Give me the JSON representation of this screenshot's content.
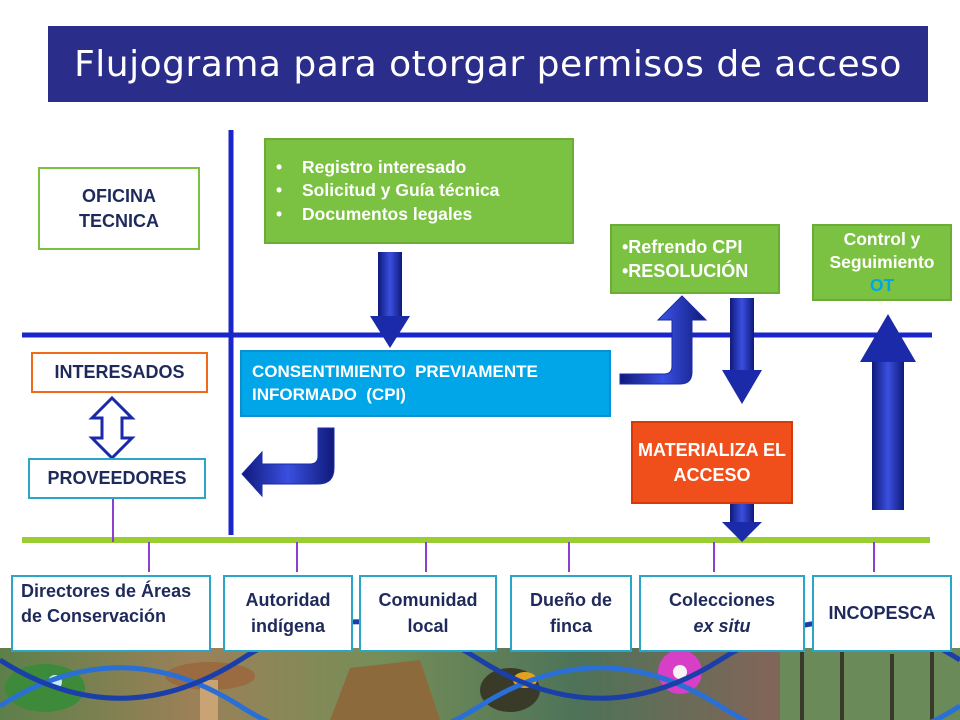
{
  "title": "Flujograma para otorgar permisos de acceso",
  "colors": {
    "title_bg": "#2b2d8a",
    "axis_blue": "#1a26c9",
    "axis_green": "#9acd32",
    "box_green": "#7cc242",
    "box_cyan": "#00a6e8",
    "box_orange": "#f04e1a",
    "text_navy": "#1f2a5c",
    "connector_violet": "#8e3fd1",
    "arrow_navy": "#1b2aa8"
  },
  "oficina_tecnica": "OFICINA TECNICA",
  "interesados": "INTERESADOS",
  "proveedores": "PROVEEDORES",
  "registro_items": [
    "Registro interesado",
    "Solicitud y Guía técnica",
    "Documentos legales"
  ],
  "cpi": "CONSENTIMIENTO  PREVIAMENTE INFORMADO  (CPI)",
  "refrendo_items": [
    "•Refrendo CPI",
    "•RESOLUCIÓN"
  ],
  "control": {
    "line1": "Control y Seguimiento",
    "ot": "OT"
  },
  "materializa": "MATERIALIZA EL ACCESO",
  "actors": [
    {
      "name": "Directores de Áreas de Conservación"
    },
    {
      "name": "Autoridad indígena"
    },
    {
      "name": "Comunidad local"
    },
    {
      "name": "Dueño de finca"
    },
    {
      "name": "Colecciones",
      "italic": "ex situ"
    },
    {
      "name": "INCOPESCA"
    }
  ]
}
